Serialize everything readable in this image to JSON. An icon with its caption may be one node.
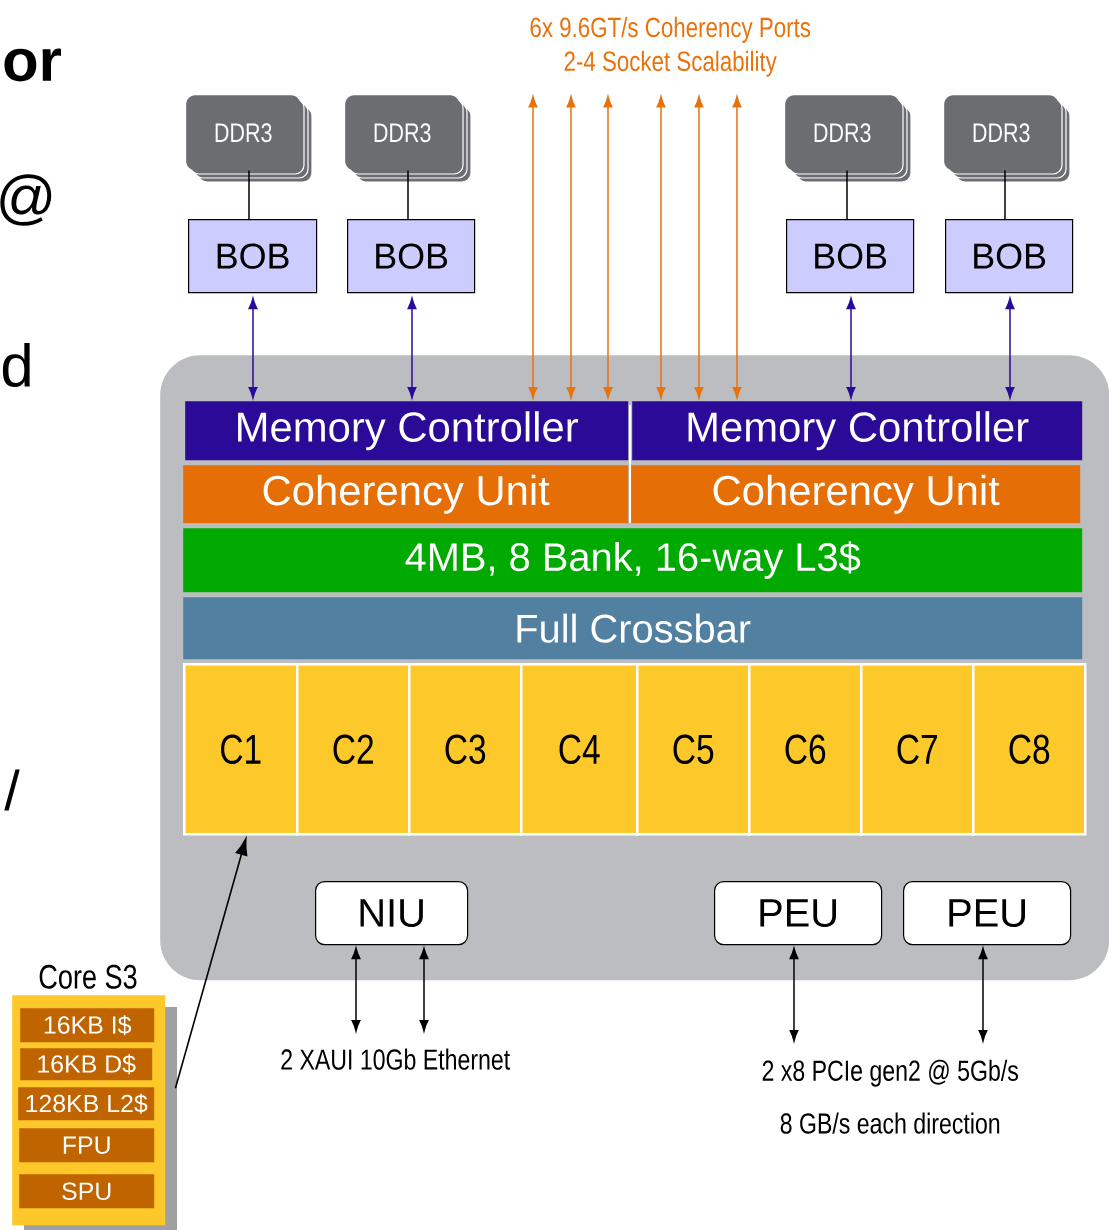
{
  "diagram": {
    "nodes": [
      {
        "text": [],
        "shape": "box"
      },
      {
        "text": [
          "DDR3"
        ]
      },
      {
        "text": [
          "DDR3"
        ]
      },
      {
        "text": [
          "DDR3"
        ]
      },
      {
        "text": [
          "DDR3"
        ]
      },
      {
        "text": [
          "BOB"
        ]
      },
      {
        "text": [
          "BOB"
        ]
      },
      {
        "text": [
          "BOB"
        ]
      },
      {
        "text": [
          "BOB"
        ]
      },
      {
        "text": [
          "Memory Controller"
        ],
        "in": 0
      },
      {
        "text": [
          "Memory Controller"
        ],
        "in": 0
      },
      {
        "text": [
          "Coherency Unit"
        ],
        "in": 0
      },
      {
        "text": [
          "Coherency Unit"
        ],
        "in": 0
      },
      {
        "text": [
          "4MB, 8 Bank, 16-way L3$"
        ],
        "in": 0
      },
      {
        "text": [
          "Full Crossbar"
        ],
        "in": 0
      },
      {
        "text": [
          "C1"
        ],
        "in": 0
      },
      {
        "text": [
          "C2"
        ],
        "in": 0
      },
      {
        "text": [
          "C3"
        ],
        "in": 0
      },
      {
        "text": [
          "C4"
        ],
        "in": 0
      },
      {
        "text": [
          "C5"
        ],
        "in": 0
      },
      {
        "text": [
          "C6"
        ],
        "in": 0
      },
      {
        "text": [
          "C7"
        ],
        "in": 0
      },
      {
        "text": [
          "C8"
        ],
        "in": 0
      },
      {
        "text": [
          "NIU"
        ],
        "in": 0
      },
      {
        "text": [
          "PEU"
        ],
        "in": 0
      },
      {
        "text": [
          "PEU"
        ],
        "in": 0
      },
      {
        "text": [
          "6x 9.6GT/s Coherency  Ports",
          "2-4 Socket Scalability"
        ]
      },
      {
        "text": [
          "2 XAUI 10Gb Ethernet"
        ]
      },
      {
        "text": [
          "2 x8 PCIe gen2 @ 5Gb/s",
          "8 GB/s each direction"
        ]
      },
      {
        "text": [
          "Core S3"
        ]
      },
      {
        "text": [
          "16KB I$"
        ],
        "in": 29
      },
      {
        "text": [
          "16KB D$"
        ],
        "in": 29
      },
      {
        "text": [
          "128KB L2$"
        ],
        "in": 29
      },
      {
        "text": [
          "FPU"
        ],
        "in": 29
      },
      {
        "text": [
          "SPU"
        ],
        "in": 29
      }
    ],
    "edges": [
      {
        "from": 1,
        "to": 5,
        "arrow": "none"
      },
      {
        "from": 2,
        "to": 6,
        "arrow": "none"
      },
      {
        "from": 3,
        "to": 7,
        "arrow": "none"
      },
      {
        "from": 4,
        "to": 8,
        "arrow": "none"
      },
      {
        "from": 5,
        "to": 9,
        "arrow": "both",
        "color": "#2a0a9a"
      },
      {
        "from": 6,
        "to": 9,
        "arrow": "both",
        "color": "#2a0a9a"
      },
      {
        "from": 7,
        "to": 10,
        "arrow": "both",
        "color": "#2a0a9a"
      },
      {
        "from": 8,
        "to": 10,
        "arrow": "both",
        "color": "#2a0a9a"
      },
      {
        "from": 9,
        "to": 26,
        "arrow": "both",
        "color": "#e8720c"
      },
      {
        "from": 9,
        "to": 26,
        "arrow": "both",
        "color": "#e8720c"
      },
      {
        "from": 9,
        "to": 26,
        "arrow": "both",
        "color": "#e8720c"
      },
      {
        "from": 10,
        "to": 26,
        "arrow": "both",
        "color": "#e8720c"
      },
      {
        "from": 10,
        "to": 26,
        "arrow": "both",
        "color": "#e8720c"
      },
      {
        "from": 10,
        "to": 26,
        "arrow": "both",
        "color": "#e8720c"
      },
      {
        "from": 23,
        "to": 27,
        "arrow": "both"
      },
      {
        "from": 23,
        "to": 27,
        "arrow": "both"
      },
      {
        "from": 24,
        "to": 28,
        "arrow": "both"
      },
      {
        "from": 25,
        "to": 28,
        "arrow": "both"
      },
      {
        "from": 29,
        "to": 15,
        "arrow": "to"
      }
    ],
    "labels": [
      "or",
      "@",
      "d",
      "/"
    ]
  }
}
